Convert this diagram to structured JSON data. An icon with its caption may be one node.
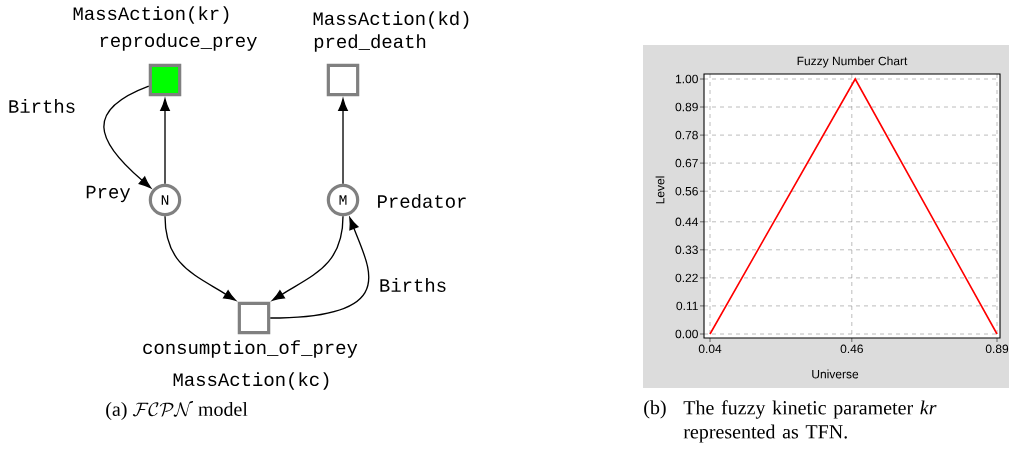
{
  "diagram": {
    "nodes": [
      {
        "text": [
          "reproduce_prey"
        ],
        "beside": [
          "MassAction(kr)"
        ]
      },
      {
        "text": [
          "pred_death"
        ],
        "beside": [
          "MassAction(kd)"
        ]
      },
      {
        "text": [
          "N"
        ],
        "beside": [
          "Prey"
        ]
      },
      {
        "text": [
          "M"
        ],
        "beside": [
          "Predator"
        ]
      },
      {
        "text": [
          "consumption_of_prey"
        ],
        "beside": [
          "MassAction(kc)"
        ]
      }
    ],
    "edges": [
      {
        "from": 0,
        "to": 2,
        "arrow": "to",
        "label": "Births"
      },
      {
        "from": 2,
        "to": 0,
        "arrow": "to"
      },
      {
        "from": 3,
        "to": 1,
        "arrow": "to"
      },
      {
        "from": 2,
        "to": 4,
        "arrow": "to"
      },
      {
        "from": 3,
        "to": 4,
        "arrow": "to"
      },
      {
        "from": 4,
        "to": 3,
        "arrow": "to",
        "label": "Births"
      }
    ],
    "labels": [
      "(a)",
      "\\mathcal{FCPN}",
      "model",
      "(b)",
      "The fuzzy kinetic parameter *kr* represented as TFN."
    ],
    "chart_data": {
      "type": "line",
      "title": "Fuzzy Number Chart",
      "xlabel": "Universe",
      "ylabel": "Level",
      "x": [
        0.04,
        0.47,
        0.89
      ],
      "series": [
        {
          "color": "#ff0000",
          "values": [
            0,
            1,
            0
          ]
        }
      ],
      "grid": true,
      "xlim": [
        0.04,
        0.89
      ],
      "ylim": [
        0,
        1
      ],
      "xticks": [
        {
          "value": 0.04,
          "label": "0.04"
        },
        {
          "value": 0.46,
          "label": "0.46"
        },
        {
          "value": 0.89,
          "label": "0.89"
        }
      ],
      "yticks": [
        {
          "value": 0,
          "label": "0.00"
        },
        {
          "value": 0.11,
          "label": "0.11"
        },
        {
          "value": 0.22,
          "label": "0.22"
        },
        {
          "value": 0.33,
          "label": "0.33"
        },
        {
          "value": 0.44,
          "label": "0.44"
        },
        {
          "value": 0.56,
          "label": "0.56"
        },
        {
          "value": 0.67,
          "label": "0.67"
        },
        {
          "value": 0.78,
          "label": "0.78"
        },
        {
          "value": 0.89,
          "label": "0.89"
        },
        {
          "value": 1.0,
          "label": "1.00"
        }
      ]
    }
  }
}
